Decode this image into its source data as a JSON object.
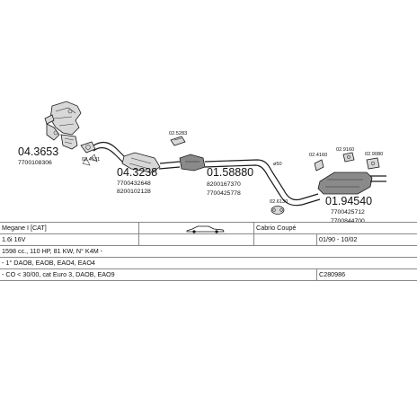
{
  "parts": [
    {
      "id": "p1",
      "number": "04.3653",
      "oem": [
        "7700108306"
      ]
    },
    {
      "id": "p2",
      "number": "02.4131",
      "oem": []
    },
    {
      "id": "p3",
      "number": "04.3238",
      "oem": [
        "7700432648",
        "8200102128"
      ]
    },
    {
      "id": "p4",
      "number": "02.5283",
      "oem": []
    },
    {
      "id": "p5",
      "number": "01.58880",
      "oem": [
        "8200167370",
        "7700425778"
      ]
    },
    {
      "id": "p6",
      "number": "02.6130",
      "oem": []
    },
    {
      "id": "p7",
      "number": "02.4160",
      "oem": []
    },
    {
      "id": "p8",
      "number": "02.9160",
      "oem": []
    },
    {
      "id": "p9",
      "number": "02.9080",
      "oem": []
    },
    {
      "id": "p10",
      "number": "01.94540",
      "oem": [
        "7700425712",
        "7700844700"
      ]
    }
  ],
  "pipe_label": "ø50",
  "table": {
    "model": "Megane I [CAT]",
    "body": "Cabrio Coupé",
    "engine": "1.6i 16V",
    "years": "01/90 - 10/02",
    "specs": "1598 cc., 110 HP, 81 KW, N° K4M -",
    "notes": "- 1° DAOB, EAOB, EAO4, EAO4",
    "emission": "- CO < 30/00, cat Euro 3, DAOB, EAO9",
    "code": "C280986"
  }
}
